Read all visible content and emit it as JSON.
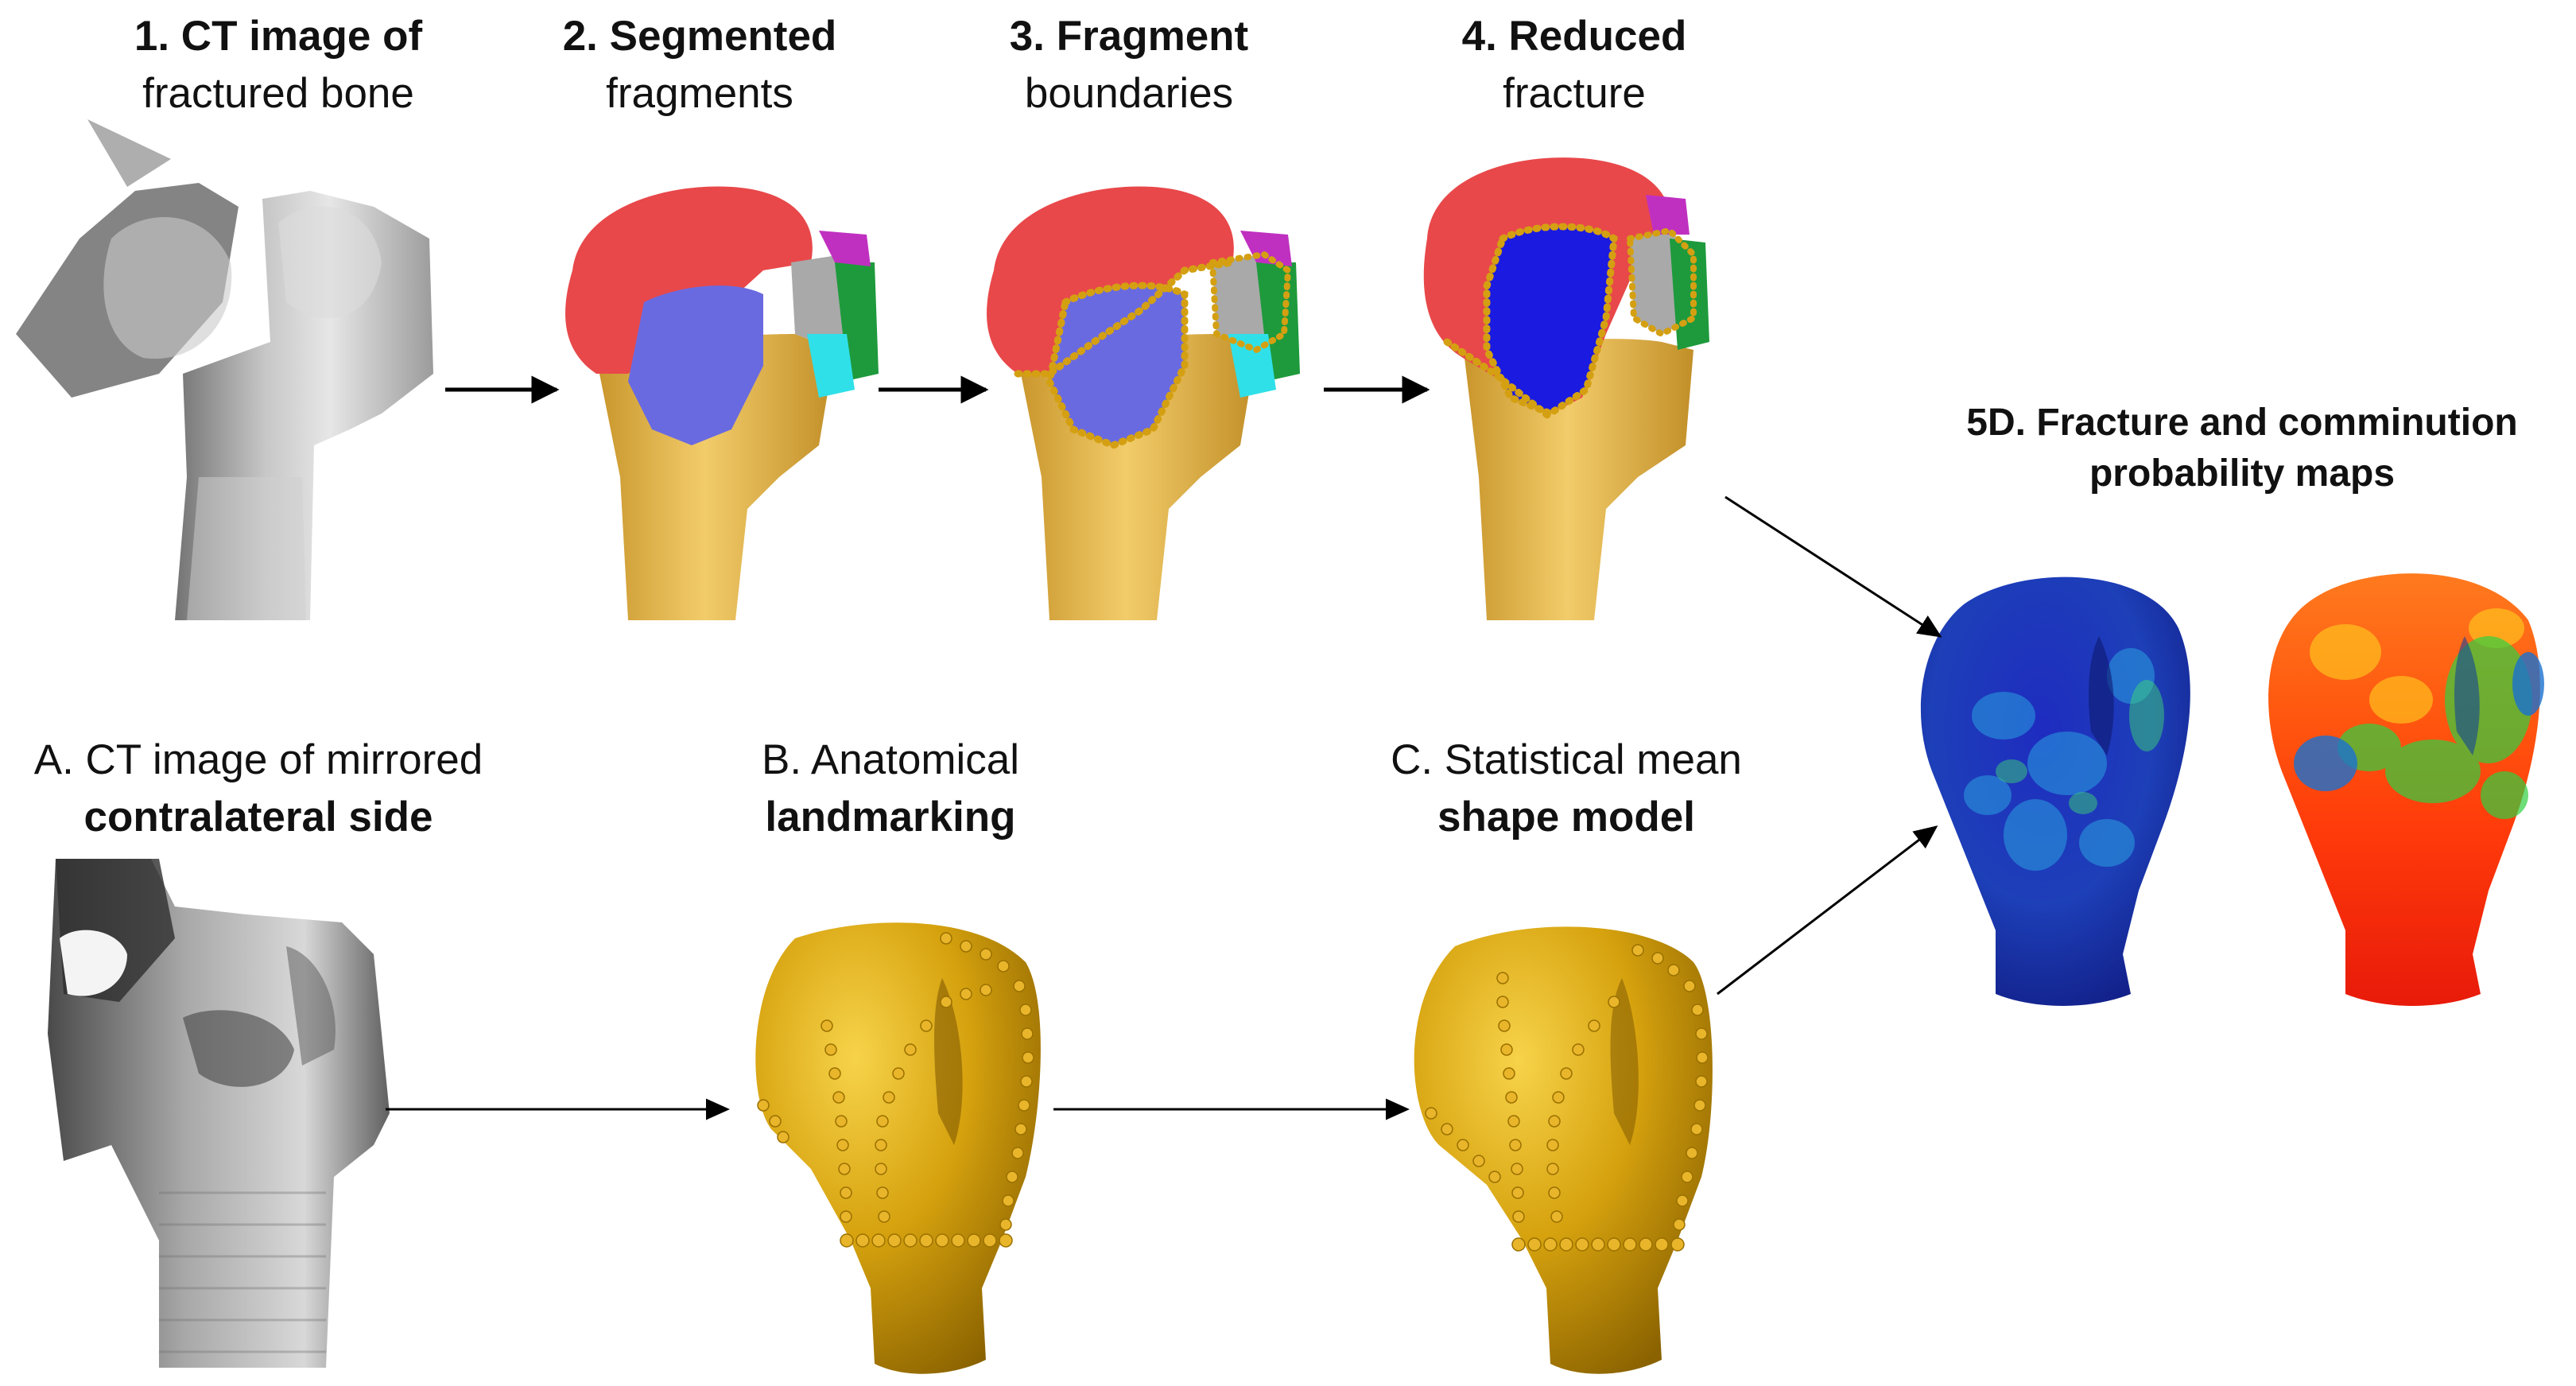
{
  "steps_top": [
    {
      "line1": "1. CT image of",
      "line2": "fractured bone"
    },
    {
      "line1": "2. Segmented",
      "line2": "fragments"
    },
    {
      "line1": "3. Fragment",
      "line2": "boundaries"
    },
    {
      "line1": "4. Reduced",
      "line2": "fracture"
    }
  ],
  "steps_bottom": [
    {
      "line1": "A. CT image of mirrored",
      "line2": "contralateral side"
    },
    {
      "line1": "B. Anatomical",
      "line2": "landmarking"
    },
    {
      "line1": "C. Statistical mean",
      "line2": "shape model"
    }
  ],
  "result": {
    "line1": "5D. Fracture and comminution",
    "line2": "probability maps"
  },
  "colors": {
    "shaft": "#e8b94c",
    "head_fragment": "#e8484a",
    "inner_fragment_light": "#6a6ae0",
    "inner_fragment_dark": "#1a1ae0",
    "small_fragment_green": "#1e9a3c",
    "small_fragment_magenta": "#c030c0",
    "small_fragment_cyan": "#30e0e8",
    "small_fragment_gray": "#a9a9a9",
    "boundary_dots": "#d4a012",
    "gold_model": "#d6a20e",
    "arrow": "#000000"
  }
}
